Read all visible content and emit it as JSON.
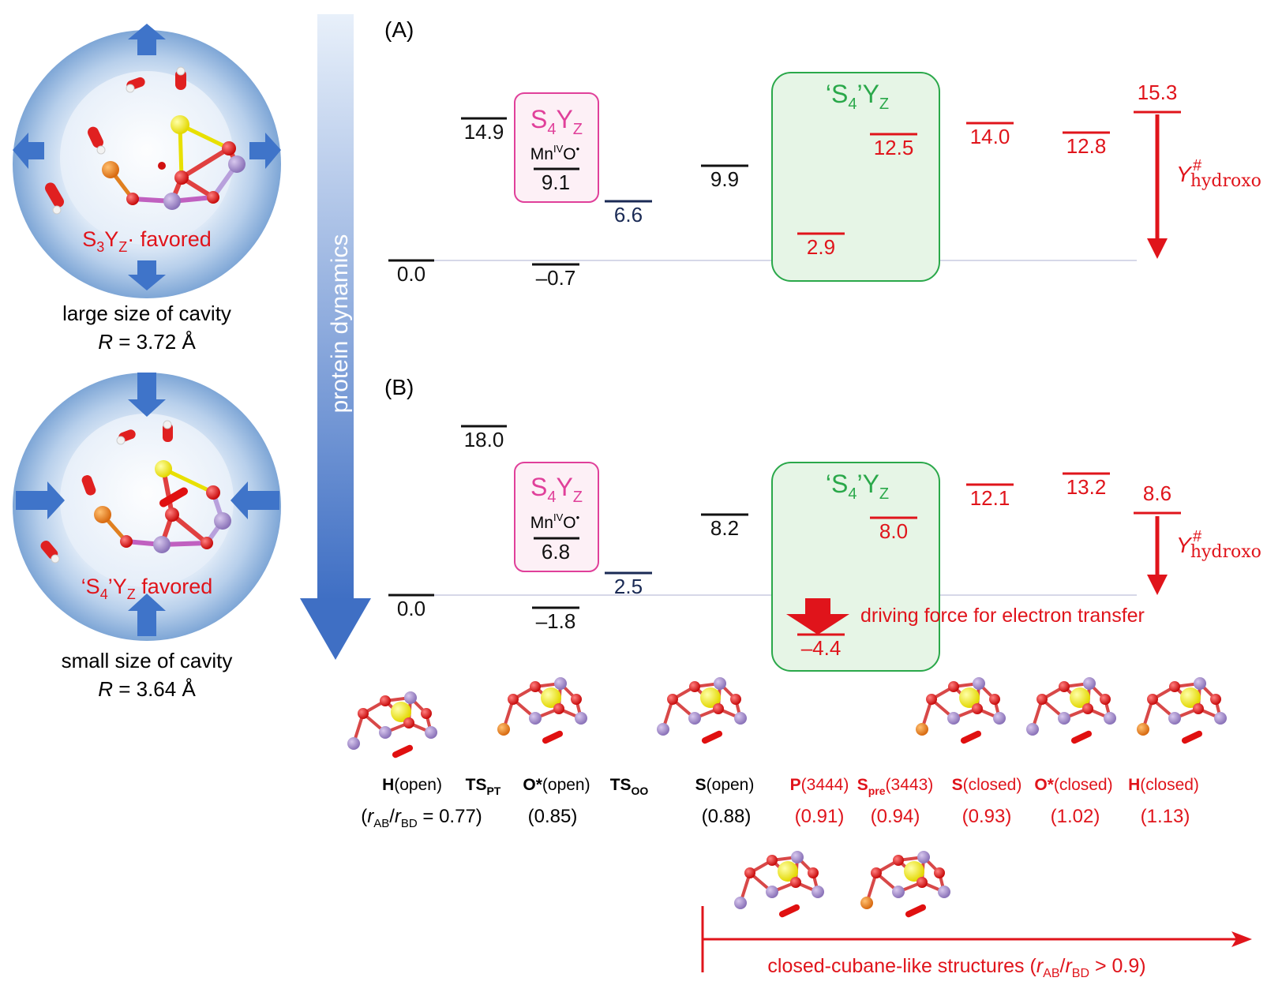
{
  "colors": {
    "black": "#111111",
    "red": "#e0141b",
    "pink": "#e0409a",
    "green": "#2aa84a",
    "green_fill": "#e6f5e6",
    "pink_fill": "#fdf0f6",
    "arrow_blue": "#4a78c8",
    "sphere_blue": "#8fb4dd"
  },
  "left": {
    "top_sphere_label": "S₃Y_Z· favored",
    "top_sphere_label_parts": [
      "S",
      "3",
      "Y",
      "Z",
      "·",
      " favored"
    ],
    "top_caption_1": "large size of cavity",
    "top_caption_2": "R = 3.72 Å",
    "bottom_sphere_label_parts": [
      "‘S",
      "4",
      "’Y",
      "Z",
      " favored"
    ],
    "bottom_caption_1": "small size of cavity",
    "bottom_caption_2": "R = 3.64 Å",
    "r_symbol": "R",
    "top_r_value": " = 3.72 Å",
    "bottom_r_value": " = 3.64 Å"
  },
  "dynamics_label": "protein dynamics",
  "panelA": {
    "tag": "(A)",
    "values": {
      "h_open": "0.0",
      "ts_pt": "14.9",
      "o_open": "–0.7",
      "mniv": "9.1",
      "ts_oo": "6.6",
      "s_open": "9.9",
      "s4_low": "2.9",
      "s4_high": "12.5",
      "s_closed": "14.0",
      "o_closed": "12.8",
      "h_closed": "15.3"
    },
    "box_pink": [
      "S",
      "4",
      "Y",
      "Z"
    ],
    "mn_label": [
      "Mn",
      "IV",
      "O",
      "•"
    ],
    "box_green": [
      "‘S",
      "4",
      "’Y",
      "Z"
    ],
    "y_label": [
      "Y",
      "#",
      "hydroxo"
    ]
  },
  "panelB": {
    "tag": "(B)",
    "values": {
      "h_open": "0.0",
      "ts_pt": "18.0",
      "o_open": "–1.8",
      "mniv": "6.8",
      "ts_oo": "2.5",
      "s_open": "8.2",
      "s4_low": "–4.4",
      "s4_high": "8.0",
      "s_closed": "12.1",
      "o_closed": "13.2",
      "h_closed": "8.6"
    },
    "driving_force": "driving force for electron transfer"
  },
  "states": {
    "h_open": [
      "H",
      "(open)"
    ],
    "ts_pt": [
      "TS",
      "PT"
    ],
    "o_open": [
      "O*",
      "(open)"
    ],
    "ts_oo": [
      "TS",
      "OO"
    ],
    "s_open": [
      "S",
      "(open)"
    ],
    "p": [
      "P",
      "(3444)"
    ],
    "s_pre": [
      "S",
      "pre",
      "(3443)"
    ],
    "s_closed": [
      "S",
      "(closed)"
    ],
    "o_closed": [
      "O*",
      "(closed)"
    ],
    "h_closed": [
      "H",
      "(closed)"
    ]
  },
  "ratios": {
    "h_open_prefix": "(",
    "r_ab": "r",
    "ab": "AB",
    "slash": "/",
    "r_bd": "r",
    "bd": "BD",
    "h_open_value": " = 0.77)",
    "o_open": "(0.85)",
    "s_open": "(0.88)",
    "p": "(0.91)",
    "s_pre": "(0.94)",
    "s_closed": "(0.93)",
    "o_closed": "(1.02)",
    "h_closed": "(1.13)"
  },
  "closed_label": {
    "prefix": "closed-cubane-like structures (",
    "r1": "r",
    "s1": "AB",
    "slash": "/",
    "r2": "r",
    "s2": "BD",
    "suffix": " > 0.9)"
  }
}
